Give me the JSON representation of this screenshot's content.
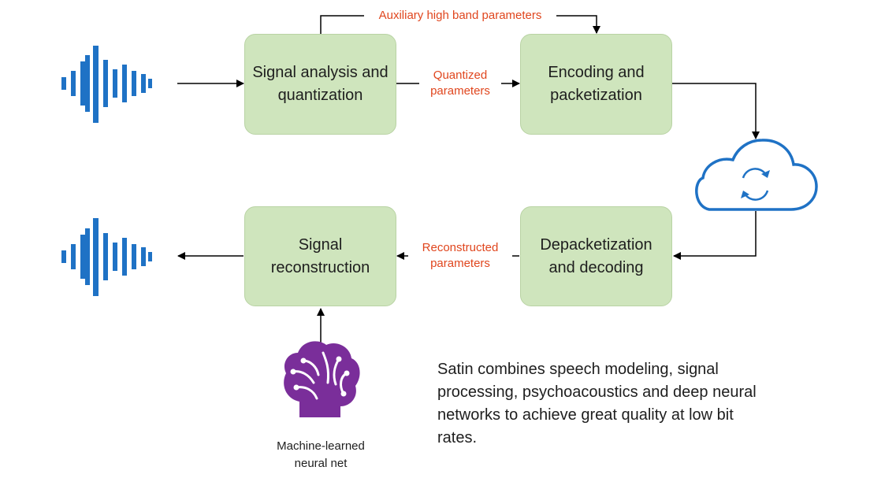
{
  "colors": {
    "box_fill": "#cfe5bd",
    "label_orange": "#e0461e",
    "icon_blue": "#1f72c5",
    "brain_purple": "#7a2e9a",
    "arrow": "#000000"
  },
  "nodes": {
    "analysis": "Signal analysis and quantization",
    "encoding": "Encoding and packetization",
    "depacketization": "Depacketization and decoding",
    "reconstruction": "Signal reconstruction"
  },
  "edge_labels": {
    "auxiliary": "Auxiliary high band parameters",
    "quantized": "Quantized parameters",
    "reconstructed": "Reconstructed parameters"
  },
  "brain_caption": "Machine-learned neural net",
  "description": "Satin combines speech modeling, signal processing, psychoacoustics and deep neural networks to achieve great quality at low bit rates.",
  "icons": {
    "input_waveform": "waveform-icon",
    "output_waveform": "waveform-icon",
    "cloud": "cloud-sync-icon",
    "brain": "brain-icon"
  }
}
